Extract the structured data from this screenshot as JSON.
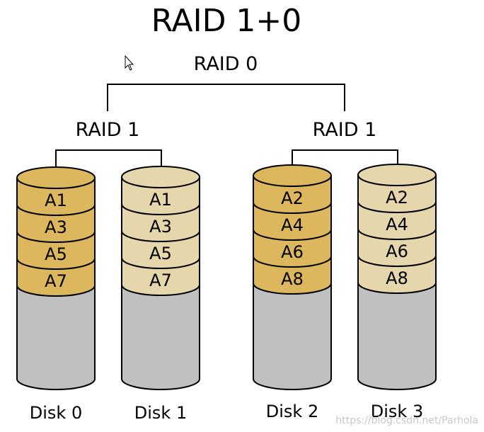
{
  "title": "RAID 1+0",
  "raid0": {
    "label": "RAID 0"
  },
  "mirrors": [
    {
      "label": "RAID 1"
    },
    {
      "label": "RAID 1"
    }
  ],
  "disks": [
    {
      "name": "Disk 0",
      "fill": "#ddb75e",
      "blocks": [
        "A1",
        "A3",
        "A5",
        "A7"
      ]
    },
    {
      "name": "Disk 1",
      "fill": "#e6d6ac",
      "blocks": [
        "A1",
        "A3",
        "A5",
        "A7"
      ]
    },
    {
      "name": "Disk 2",
      "fill": "#ddb75e",
      "blocks": [
        "A2",
        "A4",
        "A6",
        "A8"
      ]
    },
    {
      "name": "Disk 3",
      "fill": "#e6d6ac",
      "blocks": [
        "A2",
        "A4",
        "A6",
        "A8"
      ]
    }
  ],
  "colors": {
    "empty_space": "#c0c0c0",
    "outline": "#000000",
    "primary_fill": "#ddb75e",
    "mirror_fill": "#e6d6ac"
  },
  "watermark": "https://blog.csdn.net/Parhola",
  "cursor_icon": "mouse-pointer-icon"
}
